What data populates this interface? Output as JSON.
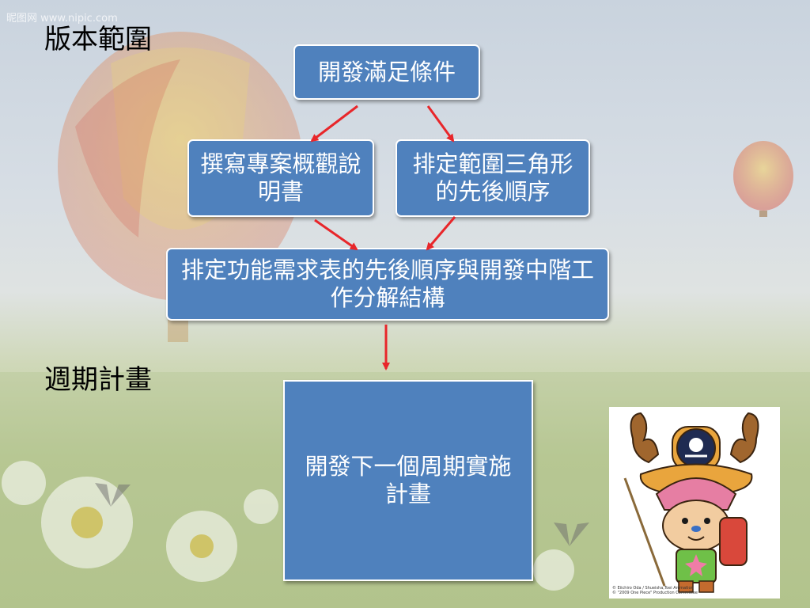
{
  "watermark": "昵图网 www.nipic.com",
  "section_titles": {
    "scope": "版本範圍",
    "cycle": "週期計畫"
  },
  "nodes": {
    "dev_conditions": "開發滿足條件",
    "write_overview": "撰寫專案概觀說明書",
    "sort_triangle": "排定範圍三角形的先後順序",
    "sort_features": "排定功能需求表的先後順序與開發中階工作分解結構",
    "next_cycle": "開發下一個周期實施計畫"
  },
  "image_credit": {
    "line1": "© Eiichiro Oda / Shueisha,Toei Animation",
    "line2": "© \"2009 One Piece\" Production Committee"
  },
  "colors": {
    "node_fill": "#4f81bd",
    "arrow": "#e8262a"
  }
}
